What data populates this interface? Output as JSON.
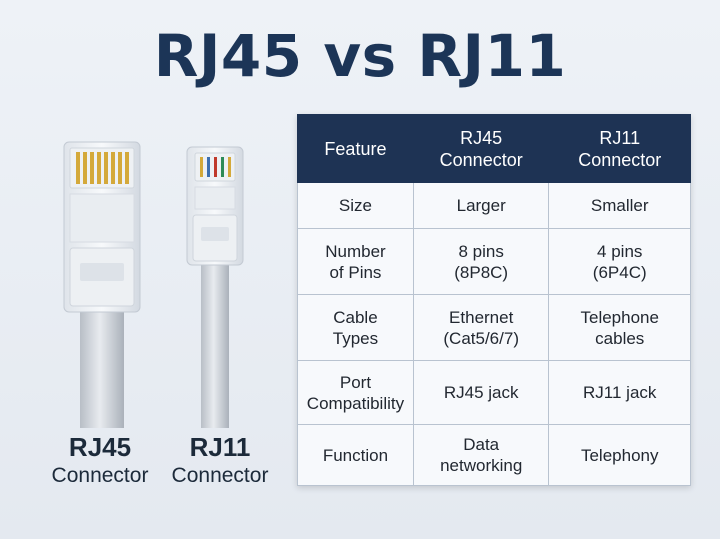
{
  "title": "RJ45 vs RJ11",
  "connectors": [
    {
      "name": "RJ45",
      "sub": "Connector"
    },
    {
      "name": "RJ11",
      "sub": "Connector"
    }
  ],
  "table": {
    "headers": [
      [
        "Feature"
      ],
      [
        "RJ45",
        "Connector"
      ],
      [
        "RJ11",
        "Connector"
      ]
    ],
    "rows": [
      {
        "feature": [
          "Size"
        ],
        "rj45": [
          "Larger"
        ],
        "rj11": [
          "Smaller"
        ]
      },
      {
        "feature": [
          "Number",
          "of Pins"
        ],
        "rj45": [
          "8 pins",
          "(8P8C)"
        ],
        "rj11": [
          "4 pins",
          "(6P4C)"
        ]
      },
      {
        "feature": [
          "Cable",
          "Types"
        ],
        "rj45": [
          "Ethernet",
          "(Cat5/6/7)"
        ],
        "rj11": [
          "Telephone",
          "cables"
        ]
      },
      {
        "feature": [
          "Port",
          "Compatibility"
        ],
        "rj45": [
          "RJ45 jack"
        ],
        "rj11": [
          "RJ11 jack"
        ]
      },
      {
        "feature": [
          "Function"
        ],
        "rj45": [
          "Data",
          "networking"
        ],
        "rj11": [
          "Telephony"
        ]
      }
    ]
  },
  "colors": {
    "title": "#1c3557",
    "header_bg": "#1e3354",
    "contact_gold": "#d4a93a"
  }
}
